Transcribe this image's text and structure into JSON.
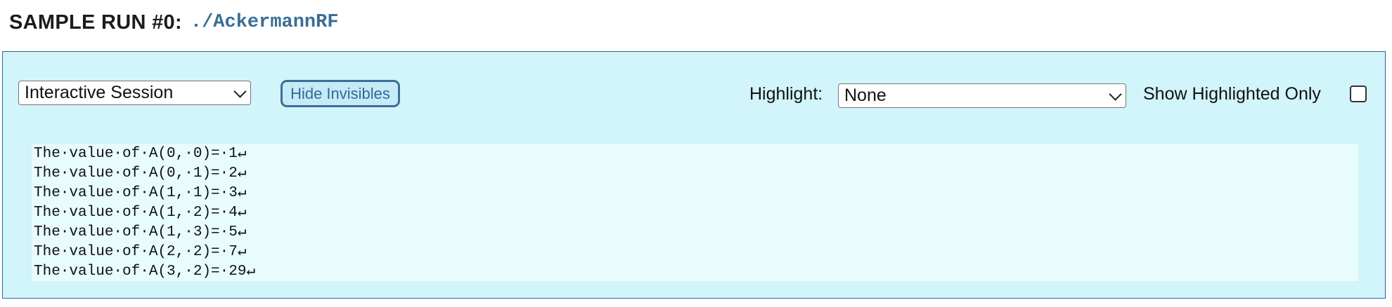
{
  "heading": {
    "label": "SAMPLE RUN #0:",
    "command": "./AckermannRF"
  },
  "toolbar": {
    "session_select": {
      "selected": "Interactive Session",
      "icon": "chevron-down-icon"
    },
    "hide_invisibles_label": "Hide Invisibles",
    "highlight_label": "Highlight:",
    "highlight_select": {
      "selected": "None",
      "icon": "chevron-down-icon"
    },
    "show_highlighted_only_label": "Show Highlighted Only",
    "show_highlighted_only_checked": false
  },
  "output": {
    "lines": [
      "The·value·of·A(0,·0)=·1↵",
      "The·value·of·A(0,·1)=·2↵",
      "The·value·of·A(1,·1)=·3↵",
      "The·value·of·A(1,·2)=·4↵",
      "The·value·of·A(1,·3)=·5↵",
      "The·value·of·A(2,·2)=·7↵",
      "The·value·of·A(3,·2)=·29↵"
    ]
  },
  "colors": {
    "panel_background": "#d2f4fb",
    "panel_border": "#2f6699",
    "output_background": "#e8fcfd",
    "command_text": "#3a6e97",
    "button_accent": "#3d6f98"
  }
}
